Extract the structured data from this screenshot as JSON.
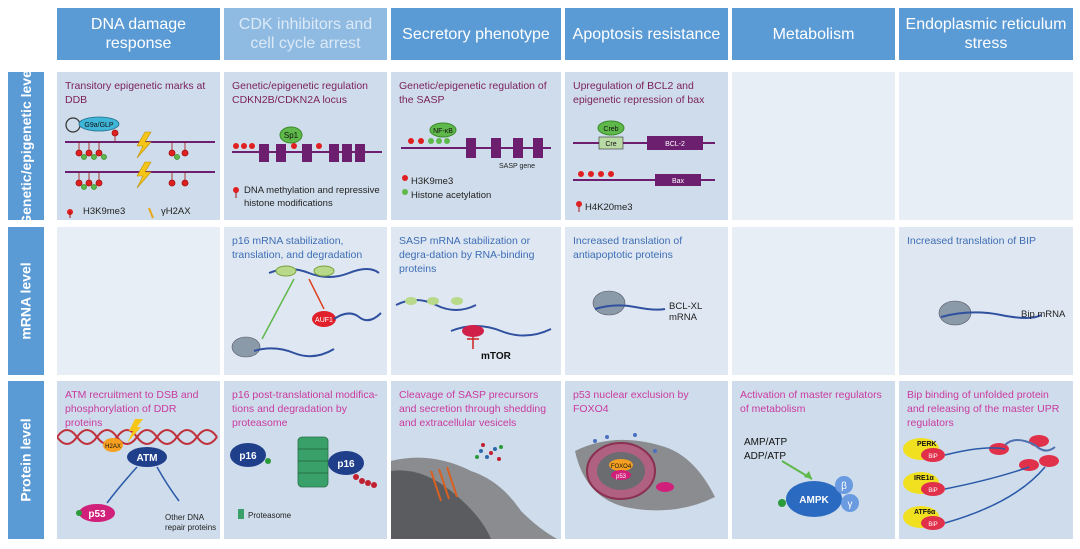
{
  "columns": [
    "DNA damage response",
    "CDK inhibitors and cell cycle arrest",
    "Secretory phenotype",
    "Apoptosis resistance",
    "Metabolism",
    "Endoplasmic reticulum stress"
  ],
  "rows": [
    "Genetic/epigenetic level",
    "mRNA level",
    "Protein level"
  ],
  "genetic": {
    "c1_title": "Transitory epigenetic marks at DDB",
    "c1_g9a": "G9a/GLP",
    "c1_legend_h3": "H3K9me3",
    "c1_legend_h2ax": "γH2AX",
    "c2_title": "Genetic/epigenetic regulation CDKN2B/CDKN2A locus",
    "c2_sp1": "Sp1",
    "c2_legend": "DNA methylation and repressive histone modifications",
    "c3_title": "Genetic/epigenetic regulation of the SASP",
    "c3_nfkb": "NF-κB",
    "c3_gene": "SASP gene",
    "c3_legend1": "H3K9me3",
    "c3_legend2": "Histone acetylation",
    "c4_title": "Upregulation of BCL2 and epigenetic repression of bax",
    "c4_creb": "Creb",
    "c4_cre": "Cre",
    "c4_bcl2": "BCL-2",
    "c4_bax": "Bax",
    "c4_legend": "H4K20me3"
  },
  "mrna": {
    "c2_title": "p16 mRNA stabilization, translation, and degradation",
    "c2_auf1": "AUF1",
    "c3_title": "SASP mRNA stabilization or degra-dation by RNA-binding proteins",
    "c3_mtor": "mTOR",
    "c4_title": "Increased translation of antiapoptotic proteins",
    "c4_label": "BCL-XL mRNA",
    "c6_title": "Increased translation of BIP",
    "c6_label": "Bip mRNA"
  },
  "protein": {
    "c1_title": "ATM recruitment to DSB and phosphorylation of DDR proteins",
    "c1_h2ax": "H2AX",
    "c1_atm": "ATM",
    "c1_p53": "p53",
    "c1_other": "Other DNA repair proteins",
    "c2_title": "p16 post-translational modifica-tions and degradation by proteasome",
    "c2_p16a": "p16",
    "c2_p16b": "p16",
    "c2_proteasome": "Proteasome",
    "c3_title": "Cleavage of SASP precursors and secretion through shedding and extracellular vesicels",
    "c4_title": "p53 nuclear exclusion by FOXO4",
    "c4_foxo4": "FOXO4",
    "c4_p53": "p53",
    "c5_title": "Activation of master regulators of metabolism",
    "c5_amp": "AMP/ATP",
    "c5_adp": "ADP/ATP",
    "c5_ampk": "AMPK",
    "c5_beta": "β",
    "c5_gamma": "γ",
    "c6_title": "Bip binding of unfolded protein and releasing of the master UPR regulators",
    "c6_perk": "PERK",
    "c6_ire": "IRE1α",
    "c6_atf": "ATF6α",
    "c6_bip": "BiP"
  },
  "colors": {
    "header": "#5b9bd5",
    "cell_dark": "#cfdceb",
    "cell_light": "#dfe8f2",
    "title_purple": "#7a1f5c",
    "title_blue": "#3e6db5",
    "title_magenta": "#c93aa0",
    "gene_box": "#6b1f6e",
    "red_mark": "#e02020",
    "green_mark": "#5fb84a"
  }
}
